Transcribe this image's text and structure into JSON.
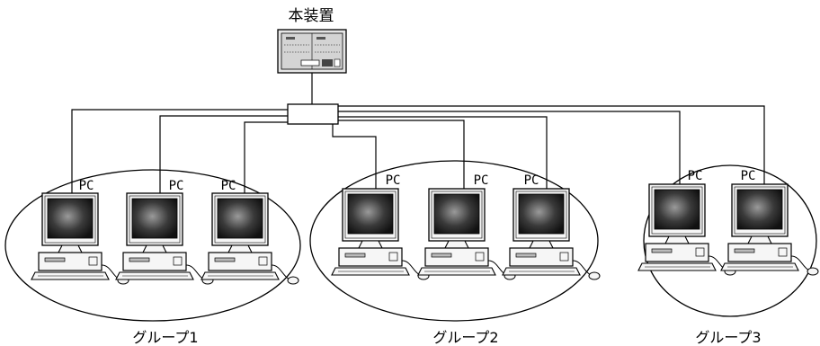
{
  "device": {
    "label": "本装置",
    "icon": "server-rack-icon"
  },
  "hub": {
    "icon": "network-hub-icon"
  },
  "pc_label": "PC",
  "groups": [
    {
      "label": "グループ1",
      "pcs": [
        {
          "label": "PC"
        },
        {
          "label": "PC"
        },
        {
          "label": "PC"
        }
      ]
    },
    {
      "label": "グループ2",
      "pcs": [
        {
          "label": "PC"
        },
        {
          "label": "PC"
        },
        {
          "label": "PC"
        }
      ]
    },
    {
      "label": "グループ3",
      "pcs": [
        {
          "label": "PC"
        },
        {
          "label": "PC"
        }
      ]
    }
  ],
  "colors": {
    "stroke": "#000000",
    "screen": "#1c1c1c",
    "body": "#f4f4f4",
    "panel": "#cfcfcf"
  }
}
